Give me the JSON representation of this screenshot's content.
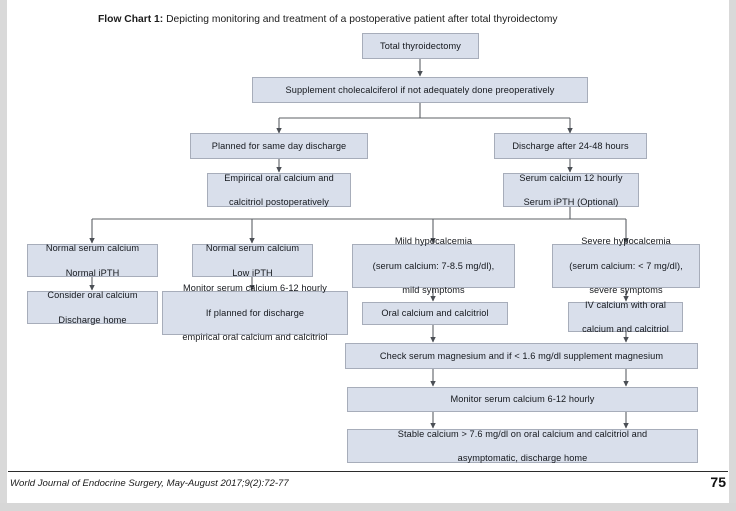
{
  "figure": {
    "label": "Flow Chart 1:",
    "caption": " Depicting monitoring and treatment of a postoperative patient after total thyroidectomy"
  },
  "theme": {
    "node_fill": "#d9dfeb",
    "node_border": "#a7adba",
    "connector": "#5c6066",
    "text": "#14171c",
    "page_background": "#ffffff"
  },
  "nodes": {
    "total_thyroidectomy": "Total thyroidectomy",
    "supplement_cholecalciferol": "Supplement cholecalciferol if not adequately done preoperatively",
    "same_day_discharge": "Planned for same day discharge",
    "discharge_24_48": "Discharge after 24-48 hours",
    "empirical_oral_calcium_l1": "Empirical oral calcium and",
    "empirical_oral_calcium_l2": "calcitriol postoperatively",
    "serum_calcium_12_hourly_l1": "Serum calcium 12 hourly",
    "serum_calcium_12_hourly_l2": "Serum iPTH (Optional)",
    "normal_calcium_normal_ipth_l1": "Normal serum calcium",
    "normal_calcium_normal_ipth_l2": "Normal iPTH",
    "normal_calcium_low_ipth_l1": "Normal serum calcium",
    "normal_calcium_low_ipth_l2": "Low iPTH",
    "mild_hypocalcemia_l1": "Mild hypocalcemia",
    "mild_hypocalcemia_l2": "(serum calcium: 7-8.5 mg/dl),",
    "mild_hypocalcemia_l3": "mild symptoms",
    "severe_hypocalcemia_l1": "Severe hypocalcemia",
    "severe_hypocalcemia_l2": "(serum calcium: < 7 mg/dl),",
    "severe_hypocalcemia_l3": "severe symptoms",
    "consider_oral_calcium_l1": "Consider oral calcium",
    "consider_oral_calcium_l2": "Discharge home",
    "monitor_6_12_discharge_l1": "Monitor serum calcium 6-12 hourly",
    "monitor_6_12_discharge_l2": "If planned for discharge",
    "monitor_6_12_discharge_l3": "empirical oral calcium and calcitriol",
    "oral_calcium_calcitriol": "Oral calcium and calcitriol",
    "iv_calcium_l1": "IV calcium with oral",
    "iv_calcium_l2": "calcium and calcitriol",
    "check_magnesium": "Check serum magnesium and if < 1.6 mg/dl supplement magnesium",
    "monitor_serum_calcium": "Monitor serum calcium 6-12 hourly",
    "stable_calcium_l1": "Stable calcium > 7.6 mg/dl on oral calcium and calcitriol and",
    "stable_calcium_l2": "asymptomatic, discharge home"
  },
  "footer": {
    "citation": "World Journal of Endocrine Surgery, May-August 2017;9(2):72-77",
    "page_number": "75"
  }
}
